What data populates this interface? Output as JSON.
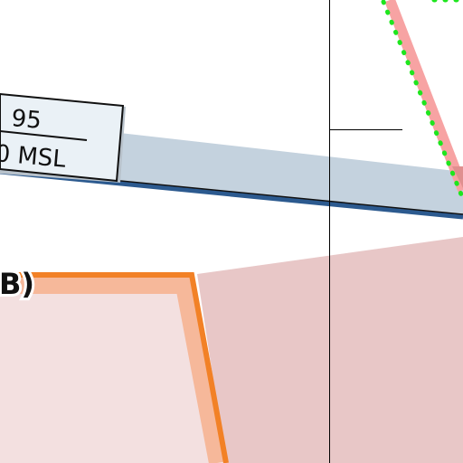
{
  "chart": {
    "altitude_block": {
      "upper": "95",
      "lower_suffix": "0 MSL"
    },
    "airspace_label": "B)"
  },
  "colors": {
    "airway_fill": "#c4d2de",
    "airway_edge": "#2c5a8f",
    "restricted_zone_edge": "#f6b89a",
    "restricted_zone_border": "#f28126",
    "restricted_zone_fill": "#f3e0e0",
    "class_area_fill": "#e8c7c7",
    "red_boundary": "#f7a3a3",
    "dotted_route": "#1ee61e",
    "label_box_fill": "#eaf1f6"
  }
}
